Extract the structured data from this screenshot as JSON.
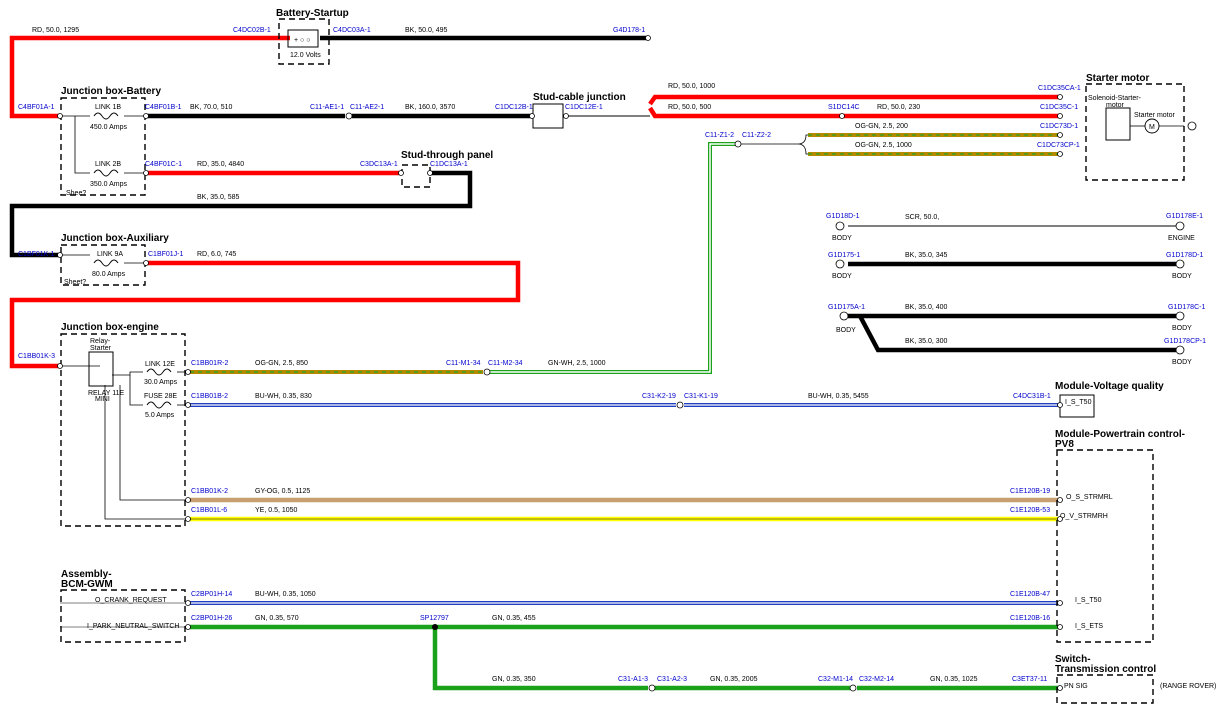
{
  "colors": {
    "RD": "#ff0000",
    "BK": "#000000",
    "OG-GN": "#b38a00",
    "GN": "#1aa31a",
    "GN-WH": "#1aa31a",
    "BU-WH": "#1f3fbf",
    "GY-OG": "#c8a070",
    "YE": "#ffff00",
    "SCR": "#000000"
  },
  "modules": {
    "battery_startup": "Battery-Startup",
    "battery_voltage": "12.0 Volts",
    "jb_battery": "Junction box-Battery",
    "link1b": "LINK 1B",
    "link1b_amps": "450.0 Amps",
    "link2b": "LINK 2B",
    "link2b_amps": "350.0 Amps",
    "shee1": "Shee?",
    "shee2": "Sheet?",
    "stud_cable": "Stud-cable junction",
    "stud_through": "Stud-through panel",
    "starter_motor": "Starter motor",
    "solenoid_a": "Solenoid-Starter-",
    "solenoid_b": "motor",
    "starter_motor_inner": "Starter motor",
    "motor_m": "M",
    "jb_aux": "Junction box-Auxiliary",
    "link9a": "LINK 9A",
    "link9a_amps": "80.0 Amps",
    "jb_engine": "Junction box-engine",
    "relay_a": "Relay-",
    "relay_b": "Starter",
    "relay_note_a": "RELAY 11E",
    "relay_note_b": "MINI",
    "link12e": "LINK 12E",
    "link12e_amps": "30.0 Amps",
    "fuse28e": "FUSE 28E",
    "fuse28e_amps": "5.0 Amps",
    "mod_voltage": "Module-Voltage quality",
    "mod_voltage_pin": "I_S_T50",
    "mod_pcm_a": "Module-Powertrain control-",
    "mod_pcm_b": "PV8",
    "pcm_pins": [
      "O_S_STRMRL",
      "O_V_STRMRH",
      "I_S_T50",
      "I_S_ETS"
    ],
    "bcm_a": "Assembly-",
    "bcm_b": "BCM-GWM",
    "bcm_pins": [
      "O_CRANK_REQUEST",
      "I_PARK_NEUTRAL_SWITCH"
    ],
    "switch_trans_a": "Switch-",
    "switch_trans_b": "Transmission control",
    "switch_trans_pin": "PN SIG",
    "range_rover": "(RANGE ROVER)"
  },
  "grounds": {
    "body": "BODY",
    "engine": "ENGINE",
    "g1d18d": "G1D18D-1",
    "g1d178e": "G1D178E-1",
    "g1d175": "G1D175-1",
    "g1d178d": "G1D178D-1",
    "g1d175a": "G1D175A-1",
    "g1d178c": "G1D178C-1",
    "g1d178cp": "G1D178CP-1"
  },
  "connectors": {
    "c4dc02b": "C4DC02B-1",
    "c4dc03a": "C4DC03A-1",
    "g4d178": "G4D178-1",
    "c4bf01a": "C4BF01A-1",
    "c4bf01b": "C4BF01B-1",
    "c4bf01c": "C4BF01C-1",
    "c11ae1": "C11-AE1-1",
    "c11ae2": "C11-AE2-1",
    "c1dc12b": "C1DC12B-1",
    "c1dc12e": "C1DC12E-1",
    "c3dc13a": "C3DC13A-1",
    "c1dc13a": "C1DC13A-1",
    "c1dc35ca": "C1DC35CA-1",
    "c1dc35c": "C1DC35C-1",
    "s1dc14c": "S1DC14C",
    "c1dc73d": "C1DC73D-1",
    "c1dc73cp": "C1DC73CP-1",
    "c11z12": "C11-Z1-2",
    "c11z22": "C11-Z2-2",
    "c1bf01k": "C1BF01K-1",
    "c1bf01j": "C1BF01J-1",
    "c1bb01k3": "C1BB01K-3",
    "c1bb01r2": "C1BB01R-2",
    "c11m134": "C11-M1-34",
    "c11m234": "C11-M2-34",
    "c1bb01b2": "C1BB01B-2",
    "c31k219": "C31-K2-19",
    "c31k119": "C31-K1-19",
    "c4dc31b": "C4DC31B-1",
    "c1bb01k2": "C1BB01K-2",
    "c1e120b19": "C1E120B-19",
    "c1bb01l6": "C1BB01L-6",
    "c1e120b53": "C1E120B-53",
    "c2bp01h14": "C2BP01H-14",
    "c1e120b47": "C1E120B-47",
    "c2bp01h26": "C2BP01H-26",
    "sp12797": "SP12797",
    "c1e120b16": "C1E120B-16",
    "c31a13": "C31-A1-3",
    "c31a23": "C31-A2-3",
    "c32m114": "C32-M1-14",
    "c32m214": "C32-M2-14",
    "c3et3711": "C3ET37-11"
  },
  "wires": {
    "w_top_rd": "RD, 50.0, 1295",
    "w_top_bk": "BK, 50.0, 495",
    "w_bk_510": "BK, 70.0, 510",
    "w_bk_3570": "BK, 160.0, 3570",
    "w_rd_4840": "RD, 35.0, 4840",
    "w_bk_585": "BK, 35.0, 585",
    "w_rd_1000": "RD, 50.0, 1000",
    "w_rd_500": "RD, 50.0, 500",
    "w_rd_230": "RD, 50.0, 230",
    "w_oggn_200": "OG-GN, 2.5, 200",
    "w_oggn_1000": "OG-GN, 2.5, 1000",
    "w_rd_745": "RD, 6.0, 745",
    "w_scr": "SCR, 50.0,",
    "w_bk_345": "BK, 35.0, 345",
    "w_bk_400": "BK, 35.0, 400",
    "w_bk_300": "BK, 35.0, 300",
    "w_oggn_850": "OG-GN, 2.5, 850",
    "w_gnwh_1000": "GN-WH, 2.5, 1000",
    "w_buwh_830": "BU-WH, 0.35, 830",
    "w_buwh_5455": "BU-WH, 0.35, 5455",
    "w_gyog_1125": "GY-OG, 0.5, 1125",
    "w_ye_1050": "YE, 0.5, 1050",
    "w_buwh_1050": "BU-WH, 0.35, 1050",
    "w_gn_570": "GN, 0.35, 570",
    "w_gn_455": "GN, 0.35, 455",
    "w_gn_350": "GN, 0.35, 350",
    "w_gn_2005": "GN, 0.35, 2005",
    "w_gn_1025": "GN, 0.35, 1025"
  }
}
